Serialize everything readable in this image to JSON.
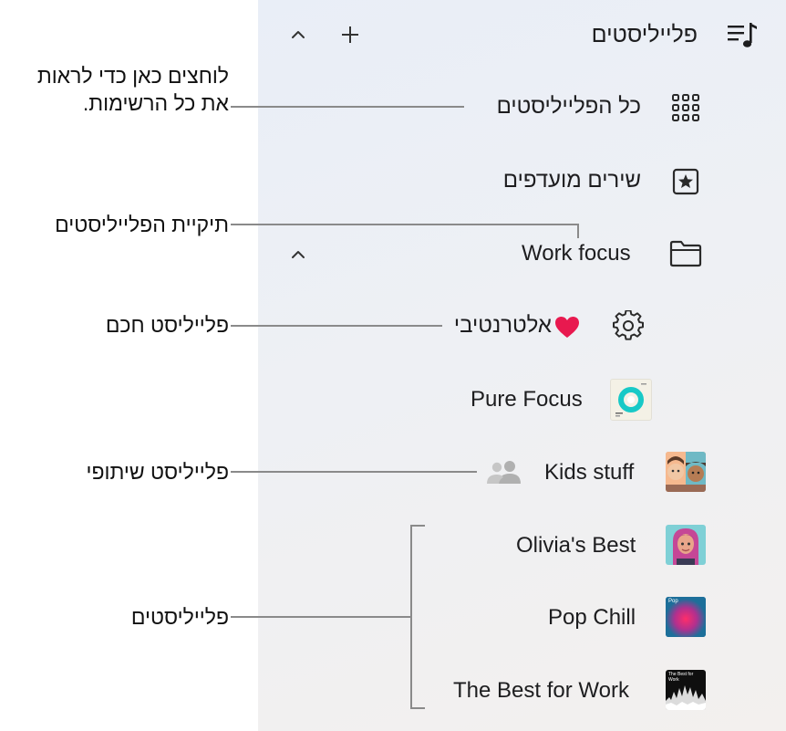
{
  "header": {
    "title": "פלייליסטים",
    "add_label": "+",
    "collapse_label": "⌃"
  },
  "sidebar": {
    "items": [
      {
        "label": "כל הפלייליסטים",
        "icon": "grid-icon"
      },
      {
        "label": "שירים מועדפים",
        "icon": "star-square-icon"
      },
      {
        "label": "Work focus",
        "icon": "folder-icon"
      },
      {
        "label": "אלטרנטיבי",
        "icon": "gear-icon"
      },
      {
        "label": "Pure Focus",
        "icon": "artwork"
      },
      {
        "label": "Kids stuff",
        "icon": "artwork"
      },
      {
        "label": "Olivia's Best",
        "icon": "artwork"
      },
      {
        "label": "Pop Chill",
        "icon": "artwork"
      },
      {
        "label": "The Best for Work",
        "icon": "artwork"
      }
    ]
  },
  "artwork": {
    "best_for_work_text": "The Best for Work",
    "pop_chill_text": "Pop"
  },
  "callouts": {
    "all_playlists_line1": "לוחצים כאן כדי לראות",
    "all_playlists_line2": "את כל הרשימות.",
    "folder": "תיקיית הפלייליסטים",
    "smart": "פלייליסט חכם",
    "shared": "פלייליסט שיתופי",
    "playlists": "פלייליסטים"
  },
  "colors": {
    "panel_bg": "#eceff5",
    "callout_line": "#8a8a8a",
    "heart": "#e8194f"
  }
}
